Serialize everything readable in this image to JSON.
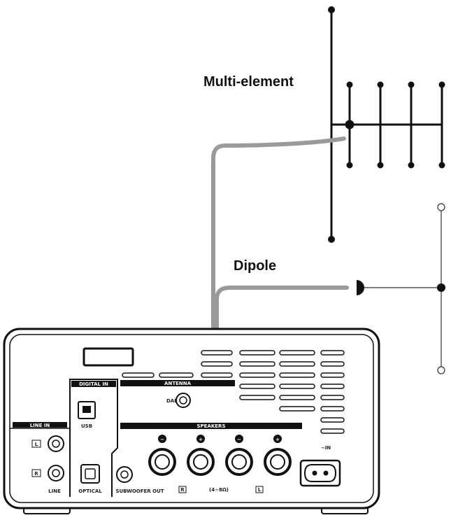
{
  "labels": {
    "multi_element": "Multi-element",
    "dipole": "Dipole"
  },
  "panel": {
    "digital_in": "DIGITAL IN",
    "antenna": "ANTENNA",
    "dab": "DAB",
    "usb": "USB",
    "speakers": "SPEAKERS",
    "line_in": "LINE IN",
    "l_badge": "L",
    "r_badge": "R",
    "line": "LINE",
    "optical": "OPTICAL",
    "subwoofer_out": "SUBWOOFER OUT",
    "speaker_r": "R",
    "impedance": "(4~8Ω)",
    "speaker_l": "L",
    "ac_in": "~IN",
    "minus": "−",
    "plus": "+"
  },
  "colors": {
    "line": "#111111",
    "cable": "#9a9a9a",
    "panel_fill": "#ffffff"
  }
}
